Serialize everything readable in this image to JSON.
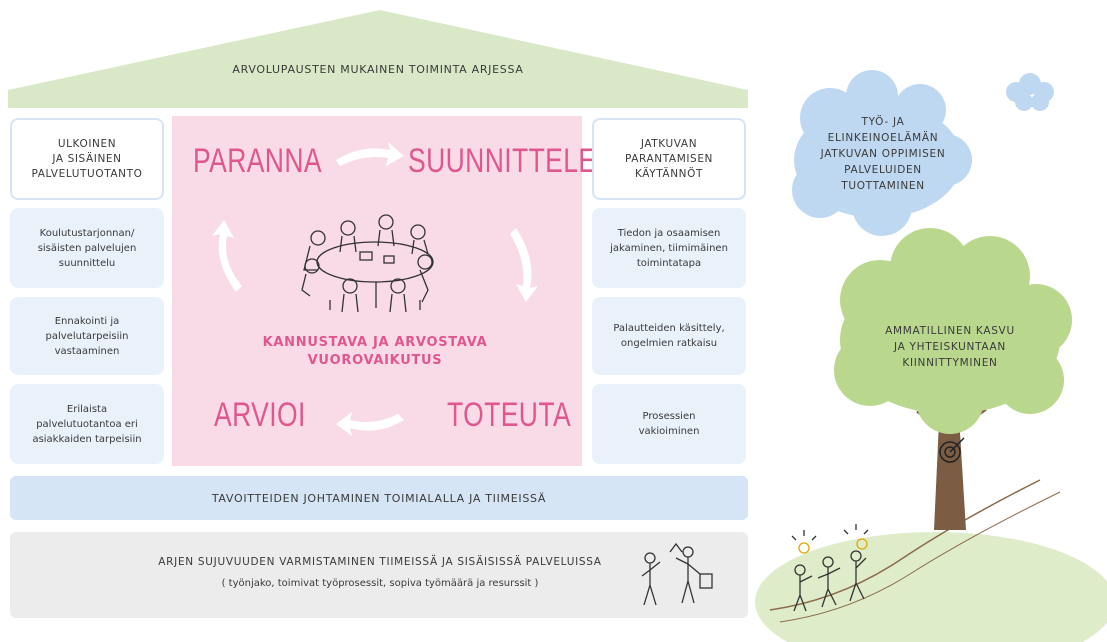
{
  "roof": {
    "label": "ARVOLUPAUSTEN MUKAINEN TOIMINTA ARJESSA"
  },
  "left_column": {
    "title": "ULKOINEN\nJA SISÄINEN\nPALVELUTUOTANTO",
    "items": [
      "Koulutustarjonnan/\nsisäisten palvelujen\nsuunnittelu",
      "Ennakointi ja\npalvelutarpeisiin\nvastaaminen",
      "Erilaista\npalvelutuotantoa eri\nasiakkaiden tarpeisiin"
    ]
  },
  "right_column": {
    "title": "JATKUVAN\nPARANTAMISEN\nKÄYTÄNNÖT",
    "items": [
      "Tiedon ja osaamisen\njakaminen, tiimimäinen\ntoimintatapa",
      "Palautteiden käsittely,\nongelmien ratkaisu",
      "Prosessien\nvakioiminen"
    ]
  },
  "cycle": {
    "plan_do": [
      "PARANNA",
      "SUUNNITTELE",
      "ARVIOI",
      "TOTEUTA"
    ],
    "center": "KANNUSTAVA JA ARVOSTAVA\nVUOROVAIKUTUS"
  },
  "foundation_1": "TAVOITTEIDEN JOHTAMINEN TOIMIALALLA JA TIIMEISSÄ",
  "foundation_2": {
    "title": "ARJEN SUJUVUUDEN VARMISTAMINEN TIIMEISSÄ JA SISÄISISSÄ PALVELUISSA",
    "subtitle": "( työnjako, toimivat työprosessit, sopiva työmäärä ja resurssit )"
  },
  "cloud": {
    "label": "TYÖ- JA\nELINKEINOELÄMÄN\nJATKUVAN OPPIMISEN\nPALVELUIDEN\nTUOTTAMINEN"
  },
  "tree": {
    "label": "AMMATILLINEN KASVU\nJA YHTEISKUNTAAN\nKIINNITTYMINEN"
  },
  "colors": {
    "roof": "#d9e8c6",
    "pink": "#f8dbe7",
    "accent": "#e0578f",
    "blue_box": "#e9f1fb",
    "blue_band": "#d5e5f5",
    "gray_band": "#ececec",
    "cloud": "#bfd8f1",
    "tree": "#b9d88e"
  },
  "icons": [
    "team-meeting-illustration",
    "team-members-illustration",
    "climbing-people-illustration",
    "target-icon",
    "cycle-arrow-icon"
  ]
}
